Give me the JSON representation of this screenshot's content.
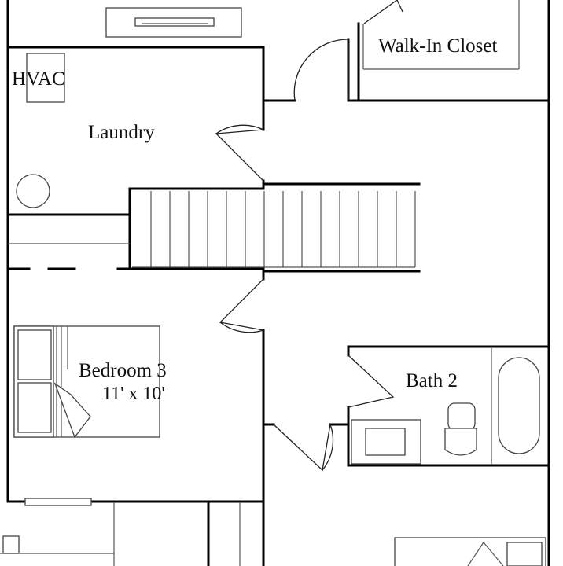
{
  "rooms": {
    "walk_in_closet": {
      "name": "Walk-In Closet"
    },
    "hvac": {
      "name": "HVAC"
    },
    "laundry": {
      "name": "Laundry"
    },
    "bedroom3": {
      "name": "Bedroom 3",
      "dimensions": "11' x 10'"
    },
    "bath2": {
      "name": "Bath 2"
    }
  },
  "colors": {
    "wall": "#000000",
    "fixture": "#444444",
    "background": "#ffffff"
  }
}
